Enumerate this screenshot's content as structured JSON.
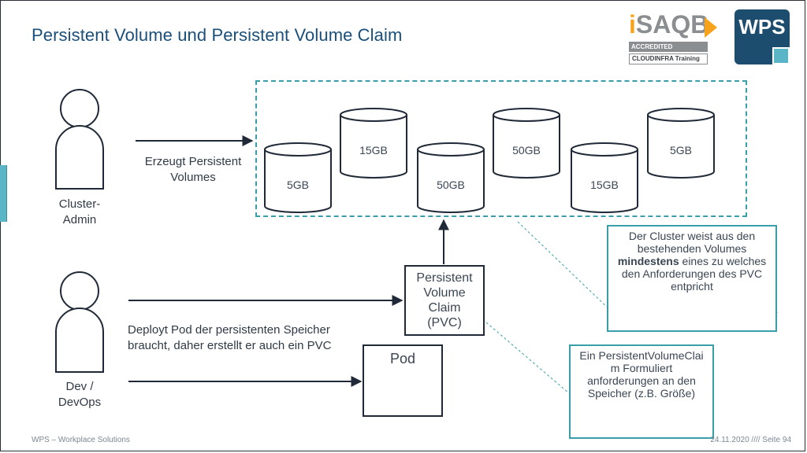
{
  "title": "Persistent Volume und Persistent Volume Claim",
  "logos": {
    "isaqb_i": "i",
    "isaqb_rest": "SAQB",
    "accredited": "ACCREDITED",
    "training": "CLOUDINFRA Training",
    "wps": "WPS"
  },
  "actors": {
    "admin": "Cluster-\nAdmin",
    "dev": "Dev /\nDevOps"
  },
  "edges": {
    "creates_pv": "Erzeugt Persistent\nVolumes",
    "deploys_pod": "Deployt Pod der persistenten Speicher\nbraucht, daher erstellt er auch ein PVC"
  },
  "volumes": [
    "5GB",
    "15GB",
    "50GB",
    "50GB",
    "15GB",
    "5GB"
  ],
  "pvc_label": "Persistent\nVolume\nClaim\n(PVC)",
  "pod_label": "Pod",
  "note1": {
    "before": "Der Cluster weist aus den bestehenden Volumes ",
    "bold": "mindestens",
    "after": " eines zu welches den Anforderungen des PVC entpricht"
  },
  "note2": "Ein PersistentVolumeClai m Formuliert anforderungen an den Speicher (z.B. Größe)",
  "footer": {
    "left": "WPS – Workplace Solutions",
    "right": "24.11.2020 //// Seite 94"
  },
  "colors": {
    "title": "#1b4f7a",
    "teal": "#3a9ea8",
    "navy": "#1d4d6e",
    "orange": "#f7a21b"
  }
}
